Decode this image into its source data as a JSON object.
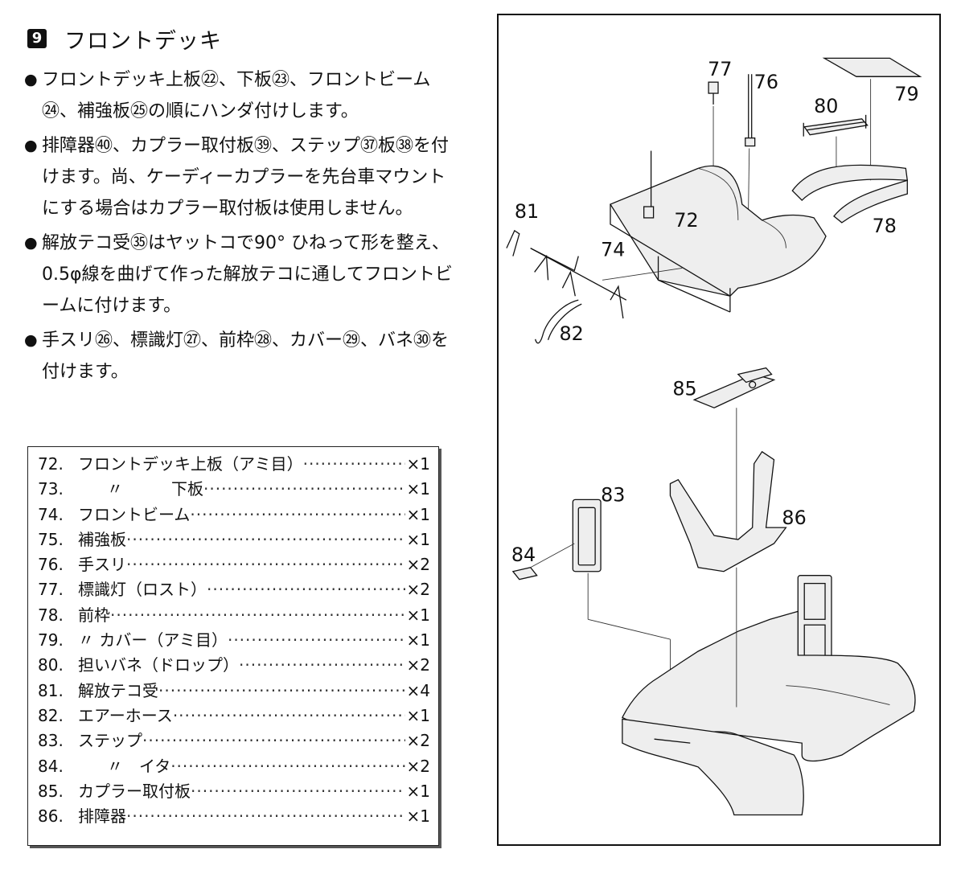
{
  "step": {
    "number": "9",
    "title": "フロントデッキ"
  },
  "bullets": [
    {
      "text": "フロントデッキ上板㉒、下板㉓、フロントビーム㉔、補強板㉕の順にハンダ付けします。"
    },
    {
      "text": "排障器㊵、カプラー取付板㊴、ステップ㊲板㊳を付けます。尚、ケーディーカプラーを先台車マウントにする場合はカプラー取付板は使用しません。"
    },
    {
      "text": "解放テコ受㉟はヤットコで90° ひねって形を整え、0.5φ線を曲げて作った解放テコに通してフロントビームに付けます。"
    },
    {
      "text": "手スリ㉖、標識灯㉗、前枠㉘、カバー㉙、バネ㉚を付けます。"
    }
  ],
  "parts": [
    {
      "no": "72.",
      "name": "フロントデッキ上板（アミ目）",
      "qty": "×1"
    },
    {
      "no": "73.",
      "name": "〃　　　下板",
      "qty": "×1",
      "ditto": true
    },
    {
      "no": "74.",
      "name": "フロントビーム",
      "qty": "×1"
    },
    {
      "no": "75.",
      "name": "補強板",
      "qty": "×1"
    },
    {
      "no": "76.",
      "name": "手スリ",
      "qty": "×2"
    },
    {
      "no": "77.",
      "name": "標識灯（ロスト）",
      "qty": "×2"
    },
    {
      "no": "78.",
      "name": "前枠",
      "qty": "×1"
    },
    {
      "no": "79.",
      "name": "〃 カバー（アミ目）",
      "qty": "×1"
    },
    {
      "no": "80.",
      "name": "担いバネ（ドロップ）",
      "qty": "×2"
    },
    {
      "no": "81.",
      "name": "解放テコ受",
      "qty": "×4"
    },
    {
      "no": "82.",
      "name": "エアーホース",
      "qty": "×1"
    },
    {
      "no": "83.",
      "name": "ステップ",
      "qty": "×2"
    },
    {
      "no": "84.",
      "name": "〃　イタ",
      "qty": "×2",
      "ditto": true
    },
    {
      "no": "85.",
      "name": "カプラー取付板",
      "qty": "×1"
    },
    {
      "no": "86.",
      "name": "排障器",
      "qty": "×1"
    }
  ],
  "callouts": {
    "c77": "77",
    "c76": "76",
    "c79": "79",
    "c80": "80",
    "c81": "81",
    "c72": "72",
    "c74": "74",
    "c78": "78",
    "c82": "82",
    "c85": "85",
    "c83": "83",
    "c86": "86",
    "c84": "84"
  }
}
